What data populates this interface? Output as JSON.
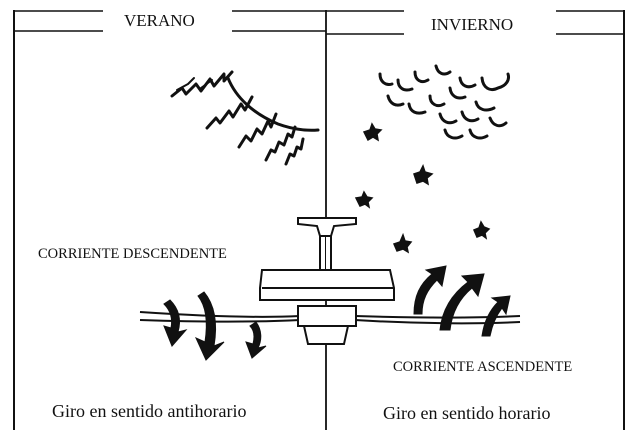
{
  "summer": {
    "title": "VERANO",
    "airflow_label": "CORRIENTE DESCENDENTE",
    "rotation_caption": "Giro en sentido antihorario",
    "sun_icon": "sun-icon"
  },
  "winter": {
    "title": "INVIERNO",
    "airflow_label": "CORRIENTE ASCENDENTE",
    "rotation_caption": "Giro en sentido horario",
    "cloud_icon": "cloud-icon",
    "snow_icon": "snowflake-icon"
  },
  "colors": {
    "ink": "#111111",
    "background": "#ffffff"
  }
}
